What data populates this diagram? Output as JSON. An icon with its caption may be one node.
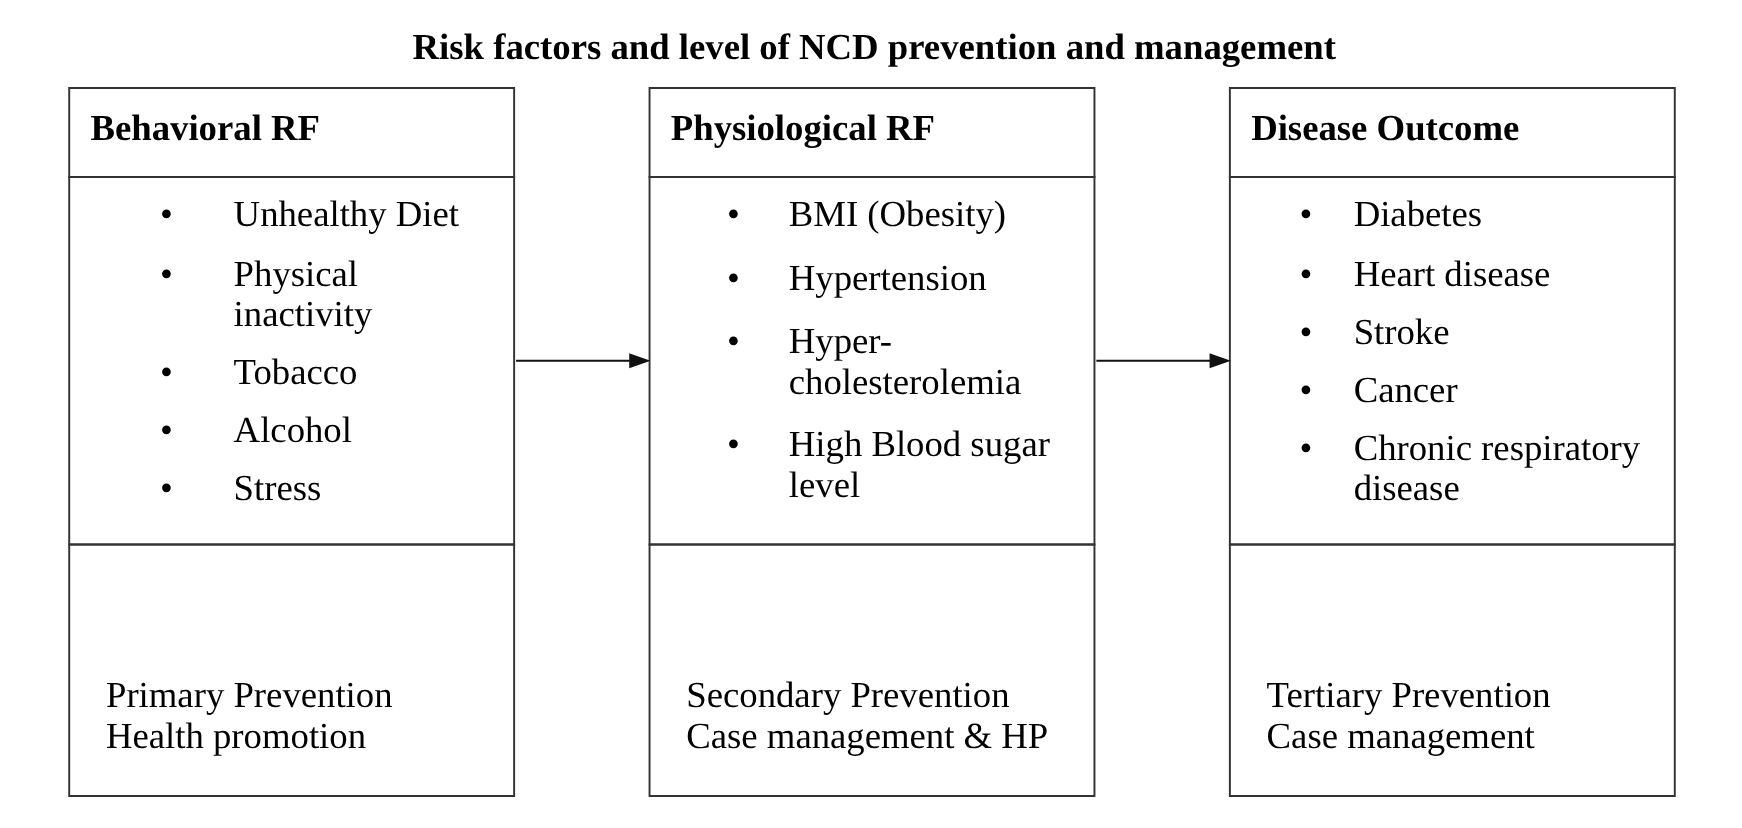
{
  "diagram": {
    "title": "Risk factors and level of NCD prevention and management",
    "nodes": [
      {
        "text": [
          "Behavioral RF",
          "• Unhealthy Diet",
          "• Physical inactivity",
          "• Tobacco",
          "• Alcohol",
          "• Stress",
          "Primary Prevention Health promotion"
        ]
      },
      {
        "text": [
          "Physiological RF",
          "• BMI (Obesity)",
          "• Hypertension",
          "• Hyper-cholesterolemia",
          "• High Blood sugar level",
          "Secondary Prevention Case management & HP"
        ]
      },
      {
        "text": [
          "Disease Outcome",
          "• Diabetes",
          "• Heart disease",
          "• Stroke",
          "• Cancer",
          "• Chronic respiratory disease",
          "Tertiary Prevention Case management"
        ]
      }
    ],
    "edges": [
      {
        "from": 0,
        "to": 1,
        "arrow": "to"
      },
      {
        "from": 1,
        "to": 2,
        "arrow": "to"
      }
    ]
  }
}
